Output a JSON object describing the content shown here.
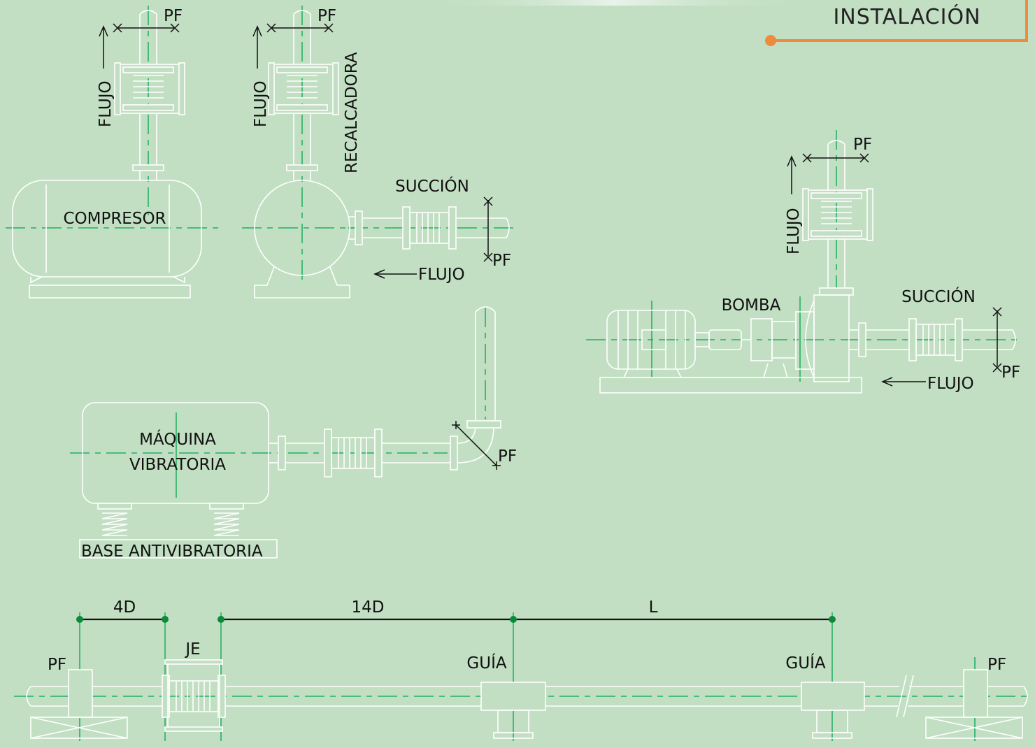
{
  "header": {
    "title": "INSTALACIÓN",
    "accent_color": "#f08a3c"
  },
  "colors": {
    "background": "#c2dfc3",
    "outline": "#ffffff",
    "centerline": "#00a651",
    "text": "#111111"
  },
  "compresor": {
    "name": "COMPRESOR",
    "pf": "PF",
    "flow": "FLUJO"
  },
  "recalcadora": {
    "name": "RECALCADORA",
    "pf_top": "PF",
    "flow_top": "FLUJO",
    "suction": "SUCCIÓN",
    "pf_side": "PF",
    "flow_side": "FLUJO"
  },
  "bomba": {
    "name": "BOMBA",
    "pf_top": "PF",
    "flow_top": "FLUJO",
    "suction": "SUCCIÓN",
    "pf_side": "PF",
    "flow_side": "FLUJO"
  },
  "vibratoria": {
    "name_line1": "MÁQUINA",
    "name_line2": "VIBRATORIA",
    "base": "BASE ANTIVIBRATORIA",
    "pf": "PF"
  },
  "pipeline": {
    "dim_4d": "4D",
    "dim_14d": "14D",
    "dim_l": "L",
    "pf_left": "PF",
    "je": "JE",
    "guide_1": "GUÍA",
    "guide_2": "GUÍA",
    "pf_right": "PF"
  }
}
